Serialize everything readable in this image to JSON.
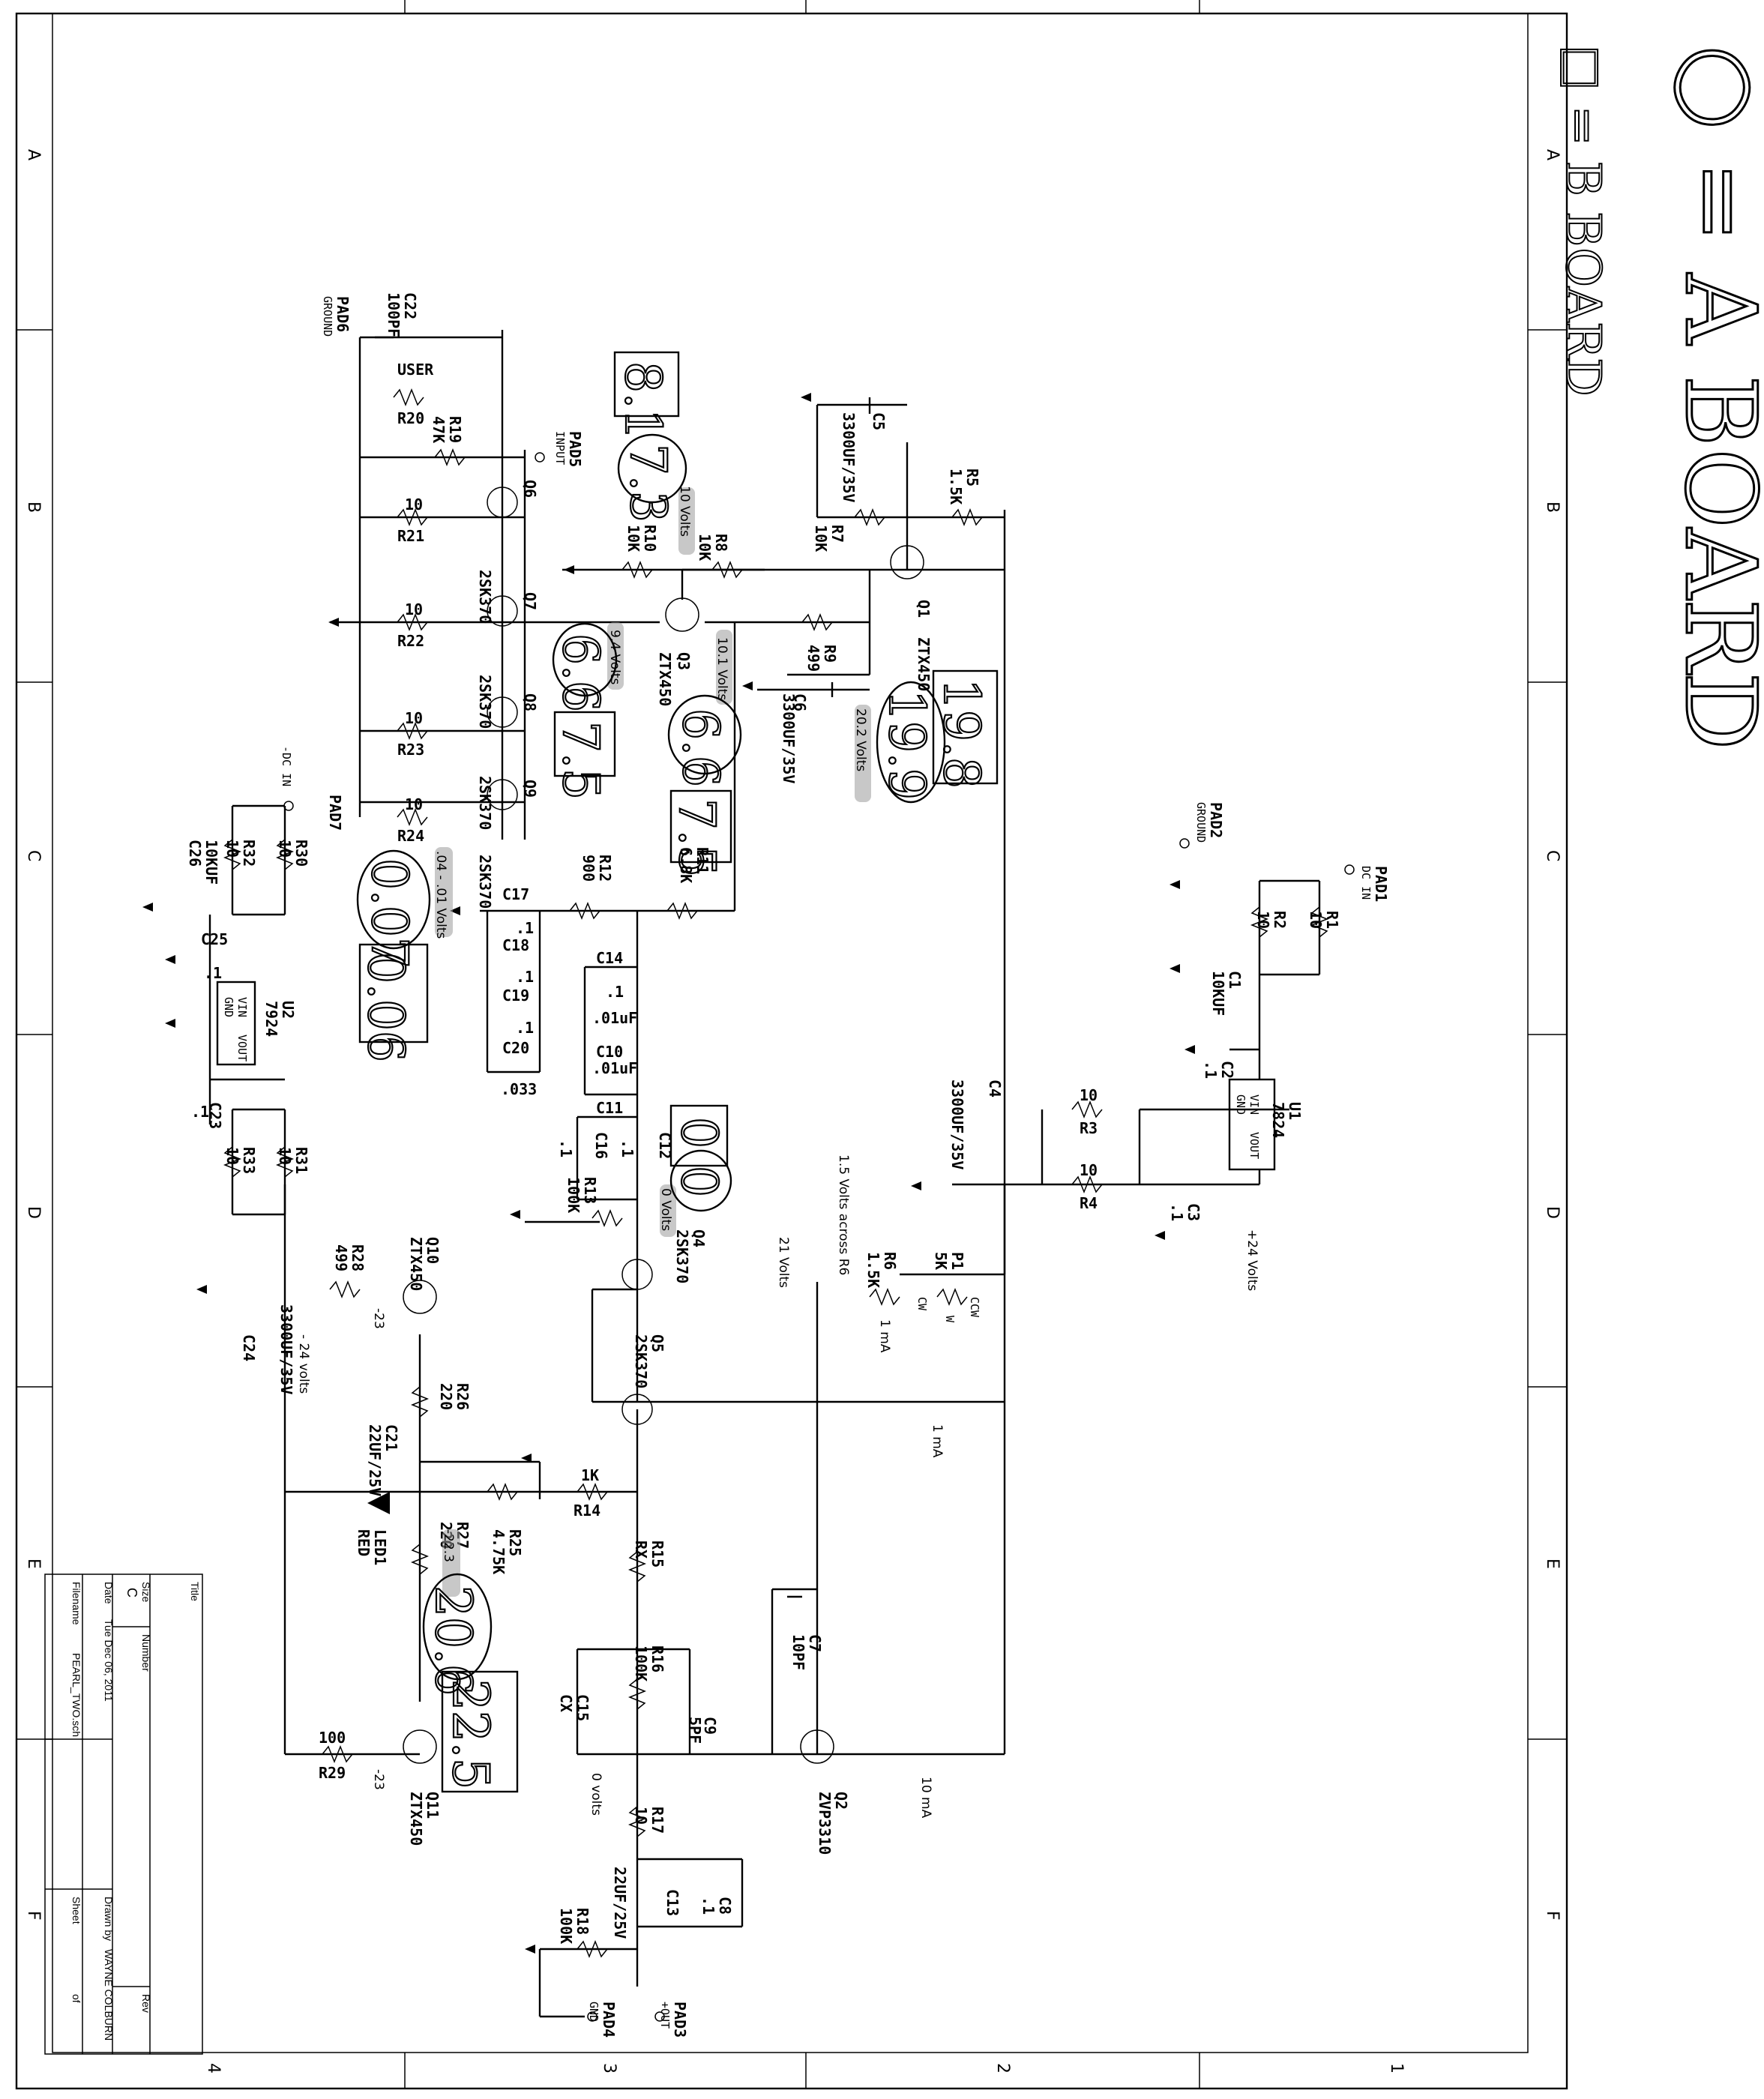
{
  "legend": {
    "circle_eq_a_board": "○ = A BOARD",
    "square_eq_b_board": "□ = B BOARD"
  },
  "zones": {
    "letters": [
      "A",
      "B",
      "C",
      "D",
      "E",
      "F"
    ],
    "numbers": [
      "1",
      "2",
      "3",
      "4"
    ]
  },
  "title_block": {
    "title_label": "Title",
    "size_label": "Size",
    "size_value": "C",
    "number_label": "Number",
    "rev_label": "Rev",
    "date_label": "Date",
    "date_value": "Tue Dec 06, 2011",
    "filename_label": "Filename",
    "filename_value": "PEARL_TWO.sch",
    "drawn_by_label": "Drawn by",
    "drawn_by_value": "WAYNE COLBURN",
    "sheet_label": "Sheet",
    "of_label": "of"
  },
  "pads": {
    "pad1": {
      "ref": "PAD1",
      "net": "DC IN"
    },
    "pad2": {
      "ref": "PAD2",
      "net": "GROUND"
    },
    "pad3": {
      "ref": "PAD3",
      "net": "+OUT"
    },
    "pad4": {
      "ref": "PAD4",
      "net": "GND"
    },
    "pad5": {
      "ref": "PAD5",
      "net": "INPUT"
    },
    "pad6": {
      "ref": "PAD6",
      "net": "GROUND"
    },
    "pad7": {
      "ref": "PAD7",
      "net": "-DC IN"
    }
  },
  "components": {
    "r1": {
      "ref": "R1",
      "val": "10"
    },
    "r2": {
      "ref": "R2",
      "val": "10"
    },
    "r3": {
      "ref": "R3",
      "val": "10"
    },
    "r4": {
      "ref": "R4",
      "val": "10"
    },
    "r5": {
      "ref": "R5",
      "val": "1.5K"
    },
    "r6": {
      "ref": "R6",
      "val": "1.5K"
    },
    "r7": {
      "ref": "R7",
      "val": "10K"
    },
    "r8": {
      "ref": "R8",
      "val": "10K"
    },
    "r9": {
      "ref": "R9",
      "val": "499"
    },
    "r10": {
      "ref": "R10",
      "val": "10K"
    },
    "r11": {
      "ref": "R11",
      "val": "6.8K"
    },
    "r12": {
      "ref": "R12",
      "val": "900"
    },
    "r13": {
      "ref": "R13",
      "val": "100K"
    },
    "r14": {
      "ref": "R14",
      "val": "1K"
    },
    "r15": {
      "ref": "R15",
      "val": "RX"
    },
    "r16": {
      "ref": "R16",
      "val": "100K"
    },
    "r17": {
      "ref": "R17",
      "val": "10"
    },
    "r18": {
      "ref": "R18",
      "val": "100K"
    },
    "r19": {
      "ref": "R19",
      "val": "47K"
    },
    "r20": {
      "ref": "R20",
      "val": "USER"
    },
    "r21": {
      "ref": "R21",
      "val": "10"
    },
    "r22": {
      "ref": "R22",
      "val": "10"
    },
    "r23": {
      "ref": "R23",
      "val": "10"
    },
    "r24": {
      "ref": "R24",
      "val": "10"
    },
    "r25": {
      "ref": "R25",
      "val": "4.75K"
    },
    "r26": {
      "ref": "R26",
      "val": "220"
    },
    "r27": {
      "ref": "R27",
      "val": "220"
    },
    "r28": {
      "ref": "R28",
      "val": "499"
    },
    "r29": {
      "ref": "R29",
      "val": "100"
    },
    "r30": {
      "ref": "R30",
      "val": "10"
    },
    "r31": {
      "ref": "R31",
      "val": "10"
    },
    "r32": {
      "ref": "R32",
      "val": "10"
    },
    "r33": {
      "ref": "R33",
      "val": "10"
    },
    "c1": {
      "ref": "C1",
      "val": "10KUF"
    },
    "c2": {
      "ref": "C2",
      "val": ".1"
    },
    "c3": {
      "ref": "C3",
      "val": ".1"
    },
    "c4": {
      "ref": "C4",
      "val": "3300UF/35V"
    },
    "c5": {
      "ref": "C5",
      "val": "3300UF/35V"
    },
    "c6": {
      "ref": "C6",
      "val": "3300UF/35V"
    },
    "c7": {
      "ref": "C7",
      "val": "10PF"
    },
    "c8": {
      "ref": "C8",
      "val": ".1"
    },
    "c9": {
      "ref": "C9",
      "val": "5PF"
    },
    "c10": {
      "ref": "C10",
      "val": ".01uF"
    },
    "c11": {
      "ref": "C11",
      "val": ".01uF"
    },
    "c12": {
      "ref": "C12",
      "val": ".1"
    },
    "c13": {
      "ref": "C13",
      "val": "22UF/25V"
    },
    "c14": {
      "ref": "C14",
      "val": ".1"
    },
    "c15": {
      "ref": "C15",
      "val": "CX"
    },
    "c16": {
      "ref": "C16",
      "val": ".1"
    },
    "c17": {
      "ref": "C17",
      "val": ".1"
    },
    "c18": {
      "ref": "C18",
      "val": ".1"
    },
    "c19": {
      "ref": "C19",
      "val": ".1"
    },
    "c20": {
      "ref": "C20",
      "val": ".033"
    },
    "c21": {
      "ref": "C21",
      "val": "22UF/25V"
    },
    "c22": {
      "ref": "C22",
      "val": "100PF"
    },
    "c23": {
      "ref": "C23",
      "val": ".1"
    },
    "c24": {
      "ref": "C24",
      "val": "3300UF/35V"
    },
    "c25": {
      "ref": "C25",
      "val": ".1"
    },
    "c26": {
      "ref": "C26",
      "val": "10KUF"
    },
    "q1": {
      "ref": "Q1",
      "val": "ZTX450"
    },
    "q2": {
      "ref": "Q2",
      "val": "ZVP3310"
    },
    "q3": {
      "ref": "Q3",
      "val": "ZTX450"
    },
    "q4": {
      "ref": "Q4",
      "val": "2SK370"
    },
    "q5": {
      "ref": "Q5",
      "val": "2SK370"
    },
    "q6": {
      "ref": "Q6",
      "val": "2SK370"
    },
    "q7": {
      "ref": "Q7",
      "val": "2SK370"
    },
    "q8": {
      "ref": "Q8",
      "val": "2SK370"
    },
    "q9": {
      "ref": "Q9",
      "val": "2SK370"
    },
    "q10": {
      "ref": "Q10",
      "val": "ZTX450"
    },
    "q11": {
      "ref": "Q11",
      "val": "ZTX450"
    },
    "u1": {
      "ref": "U1",
      "val": "7824",
      "pins": [
        "VIN",
        "GND",
        "VOUT"
      ]
    },
    "u2": {
      "ref": "U2",
      "val": "7924",
      "pins": [
        "VIN",
        "GND",
        "VOUT"
      ]
    },
    "p1": {
      "ref": "P1",
      "val": "5K",
      "cw": "CW",
      "ccw": "CCW",
      "w": "W"
    },
    "led1": {
      "ref": "LED1",
      "val": "RED"
    }
  },
  "annotations": {
    "v24": "+24 Volts",
    "vm24": "- 24 volts",
    "v21": "21 Volts",
    "v15_r6": "1.5 Volts across R6",
    "i1ma_a": "1 mA",
    "i1ma_b": "1 mA",
    "i10ma": "10 mA",
    "v10": "10 Volts",
    "v94": "9.4 Volts",
    "v101": "10.1 Volts",
    "v202": "20.2 Volts",
    "v04": ".04 - .01 Volts",
    "v0_q4": "0 Volts",
    "v0_out": "0 volts",
    "vm223": "-22.3",
    "vm23_a": "-23",
    "vm23_b": "-23"
  },
  "handwritten": {
    "sq_81": "8.1",
    "ci_73": "7.3",
    "ci_66a": "6.6",
    "sq_75a": "7.5",
    "ci_66b": "6.6",
    "sq_75b": "7.5",
    "sq_198": "19.8",
    "ci_199": "19.9",
    "ci_007": "0.07",
    "sq_006": "0.06",
    "sq_0": "0",
    "ci_0": "0",
    "ci_206": "20.6",
    "sq_225": "22.5"
  }
}
